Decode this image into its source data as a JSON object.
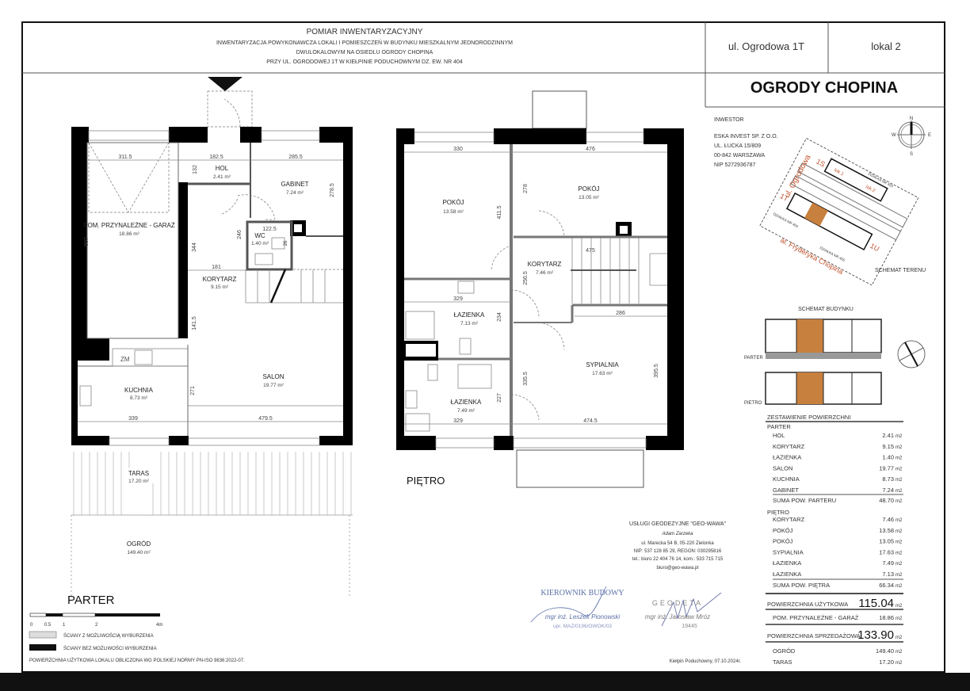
{
  "header": {
    "title": "POMIAR INWENTARYZACYJNY",
    "line1": "INWENTARYZACJA POWYKONAWCZA LOKALI I POMIESZCZEŃ W BUDYNKU MIESZKALNYM JEDNORODZINNYM",
    "line2": "DWULOKALOWYM NA OSIEDLU OGRODY CHOPINA",
    "line3": "PRZY UL. OGRODOWEJ 1T W KIEŁPINIE PODUCHOWNYM DZ. EW. NR 404",
    "address": "ul. Ogrodowa 1T",
    "unit": "lokal 2",
    "estate": "OGRODY CHOPINA"
  },
  "investor": {
    "heading": "INWESTOR",
    "lines": [
      "ESKA INVEST SP. Z O.O.",
      "UL. ŁUCKA 15/809",
      "00-842 WARSZAWA",
      "NIP 5272936787"
    ]
  },
  "compass": {
    "n": "N",
    "e": "E",
    "s": "S",
    "w": "W"
  },
  "site": {
    "street1": "ul. Ogrodowa",
    "street2": "al. Fryderyka Chopina",
    "b1": "1S",
    "b2": "1T",
    "b3": "1U",
    "lok1": "lok.1",
    "lok2": "lok.2",
    "plot1": "DZIAŁKA NR 403",
    "plot2": "DZIAŁKA NR 404",
    "plot3": "DZIAŁKA NR 405",
    "caption": "SCHEMAT TERENU"
  },
  "building_schema": {
    "title": "SCHEMAT BUDYNKU",
    "parter": "PARTER",
    "pietro": "PIETRO",
    "highlight": "#c8803e"
  },
  "ground_floor": {
    "label": "PARTER",
    "rooms": {
      "garage": {
        "name": "POM. PRZYNALEŻNE - GARAŻ",
        "area": "18.86 m²"
      },
      "hol": {
        "name": "HOL",
        "area": "2.41 m²"
      },
      "gabinet": {
        "name": "GABINET",
        "area": "7.24 m²"
      },
      "wc": {
        "name": "WC",
        "area": "1.40 m²"
      },
      "korytarz": {
        "name": "KORYTARZ",
        "area": "9.15 m²"
      },
      "kuchnia": {
        "name": "KUCHNIA",
        "area": "8.73 m²"
      },
      "salon": {
        "name": "SALON",
        "area": "19.77 m²"
      },
      "taras": {
        "name": "TARAS",
        "area": "17.20 m²"
      },
      "ogrod": {
        "name": "OGRÓD",
        "area": "149.40 m²"
      }
    },
    "fridge": "ZM",
    "dims": {
      "d311": "311.5",
      "d182": "182.5",
      "d285": "285.5",
      "d132": "132",
      "d278": "278.5",
      "d607": "607",
      "d246": "246",
      "d122": "122.5",
      "d26": "26",
      "d344": "344",
      "d181": "181",
      "d141": "141.5",
      "d271": "271",
      "d339": "339",
      "d479": "479.5"
    }
  },
  "upper_floor": {
    "label": "PIĘTRO",
    "rooms": {
      "pokoj1": {
        "name": "POKÓJ",
        "area": "13.58 m²"
      },
      "pokoj2": {
        "name": "POKÓJ",
        "area": "13.05 m²"
      },
      "korytarz": {
        "name": "KORYTARZ",
        "area": "7.46 m²"
      },
      "laz1": {
        "name": "ŁAZIENKA",
        "area": "7.13 m²"
      },
      "laz2": {
        "name": "ŁAZIENKA",
        "area": "7.49 m²"
      },
      "sypialnia": {
        "name": "SYPIALNIA",
        "area": "17.63 m²"
      }
    },
    "dims": {
      "d330": "330",
      "d476": "476",
      "d411": "411.5",
      "d278": "278",
      "d475": "475",
      "d256": "256.5",
      "d329a": "329",
      "d234": "234",
      "d286": "286",
      "d335": "335.5",
      "d227": "227",
      "d329b": "329",
      "d474": "474.5",
      "d395": "395.5"
    }
  },
  "scale": {
    "ticks": [
      "0",
      "0.5",
      "1",
      "2",
      "4m"
    ]
  },
  "legend": {
    "removable": "ŚCIANY Z MOŻLIWOŚCIĄ WYBURZENIA",
    "fixed": "ŚCIANY BEZ MOŻLIWOŚCI WYBURZENIA"
  },
  "footnote": "POWIERZCHNIA UŻYTKOWA LOKALU OBLICZONA WG POLSKIEJ NORMY PN-ISO 9836:2022-07.",
  "summary": {
    "title": "ZESTAWIENIE POWIERZCHNI",
    "unit": "m2",
    "parter": {
      "heading": "PARTER",
      "rows": [
        {
          "name": "HOL",
          "value": "2.41"
        },
        {
          "name": "KORYTARZ",
          "value": "9.15"
        },
        {
          "name": "ŁAZIENKA",
          "value": "1.40"
        },
        {
          "name": "SALON",
          "value": "19.77"
        },
        {
          "name": "KUCHNIA",
          "value": "8.73"
        },
        {
          "name": "GABINET",
          "value": "7.24"
        }
      ],
      "sum_label": "SUMA POW. PARTERU",
      "sum": "48.70"
    },
    "pietro": {
      "heading": "PIĘTRO",
      "rows": [
        {
          "name": "KORYTARZ",
          "value": "7.46"
        },
        {
          "name": "POKÓJ",
          "value": "13.58"
        },
        {
          "name": "POKÓJ",
          "value": "13.05"
        },
        {
          "name": "SYPIALNIA",
          "value": "17.63"
        },
        {
          "name": "ŁAZIENKA",
          "value": "7.49"
        },
        {
          "name": "ŁAZIENKA",
          "value": "7.13"
        }
      ],
      "sum_label": "SUMA POW. PIĘTRA",
      "sum": "66.34"
    },
    "usable_label": "POWIERZCHNIA UŻYTKOWA",
    "usable": "115.04",
    "garage_label": "POM. PRZYNALEŻNE - GARAŻ",
    "garage": "18.86",
    "sale_label": "POWIERZCHNIA SPRZEDAŻOWA",
    "sale": "133.90",
    "garden_label": "OGRÓD",
    "garden": "149.40",
    "terrace_label": "TARAS",
    "terrace": "17.20"
  },
  "surveyor": {
    "company": "USŁUGI GEODEZYJNE \"GEO-WAWA\"",
    "name": "Adam Zarzeka",
    "address": "ul. Marecka 54 B, 05-220 Zielonka",
    "ids": "NIP: 537 128 85 29, REGON: 030295816",
    "phone": "tel.: biuro 22 404 76 14, kom.: 533 715 715",
    "email": "biuro@geo-wawa.pl"
  },
  "stamps": {
    "manager_title": "KIEROWNIK BUDOWY",
    "manager_name": "mgr inż. Leszek Pionowski",
    "manager_lic": "upr. MAZ/0196/OWOK/03",
    "geodeta_title": "GEODETA",
    "geodeta_name": "mgr inż. Jarosław Mróz",
    "geodeta_lic": "19445",
    "ink": "#5a6fa8"
  },
  "date_place": "Kiełpin Poduchowny, 07.10.2024r."
}
